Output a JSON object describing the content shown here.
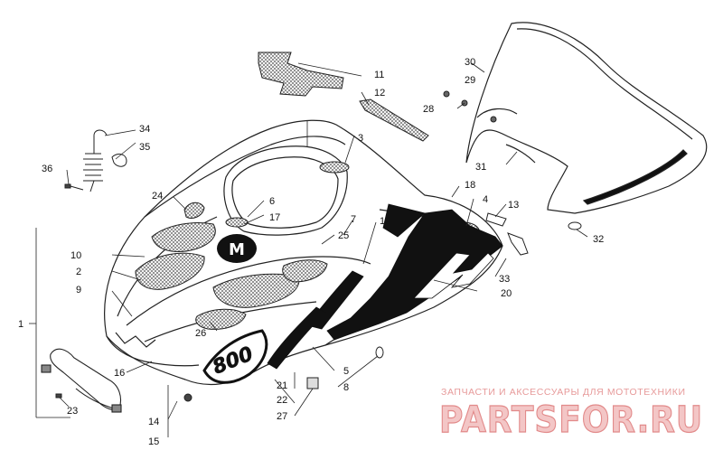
{
  "callouts": [
    {
      "id": "1",
      "text": "1"
    },
    {
      "id": "2",
      "text": "2"
    },
    {
      "id": "3",
      "text": "3"
    },
    {
      "id": "4",
      "text": "4"
    },
    {
      "id": "5",
      "text": "5"
    },
    {
      "id": "6",
      "text": "6"
    },
    {
      "id": "7",
      "text": "7"
    },
    {
      "id": "8",
      "text": "8"
    },
    {
      "id": "9",
      "text": "9"
    },
    {
      "id": "10",
      "text": "10"
    },
    {
      "id": "11",
      "text": "11"
    },
    {
      "id": "12",
      "text": "12"
    },
    {
      "id": "13",
      "text": "13"
    },
    {
      "id": "14",
      "text": "14"
    },
    {
      "id": "15",
      "text": "15"
    },
    {
      "id": "16",
      "text": "16"
    },
    {
      "id": "17",
      "text": "17"
    },
    {
      "id": "18",
      "text": "18"
    },
    {
      "id": "19",
      "text": "19"
    },
    {
      "id": "20",
      "text": "20"
    },
    {
      "id": "21",
      "text": "21"
    },
    {
      "id": "22",
      "text": "22"
    },
    {
      "id": "23",
      "text": "23"
    },
    {
      "id": "24",
      "text": "24"
    },
    {
      "id": "25",
      "text": "25"
    },
    {
      "id": "26",
      "text": "26"
    },
    {
      "id": "27",
      "text": "27"
    },
    {
      "id": "28",
      "text": "28"
    },
    {
      "id": "29",
      "text": "29"
    },
    {
      "id": "30",
      "text": "30"
    },
    {
      "id": "31",
      "text": "31"
    },
    {
      "id": "32",
      "text": "32"
    },
    {
      "id": "33",
      "text": "33"
    },
    {
      "id": "34",
      "text": "34"
    },
    {
      "id": "35",
      "text": "35"
    },
    {
      "id": "36",
      "text": "36"
    }
  ],
  "decals": {
    "model": "800",
    "logo": "M"
  },
  "watermark": {
    "subtitle": "ЗАПЧАСТИ И АКСЕССУАРЫ ДЛЯ МОТОТЕХНИКИ",
    "brand": "PARTSFOR.RU",
    "colors": {
      "text": "#e79a9a",
      "fill": "#f3c6c6"
    }
  }
}
